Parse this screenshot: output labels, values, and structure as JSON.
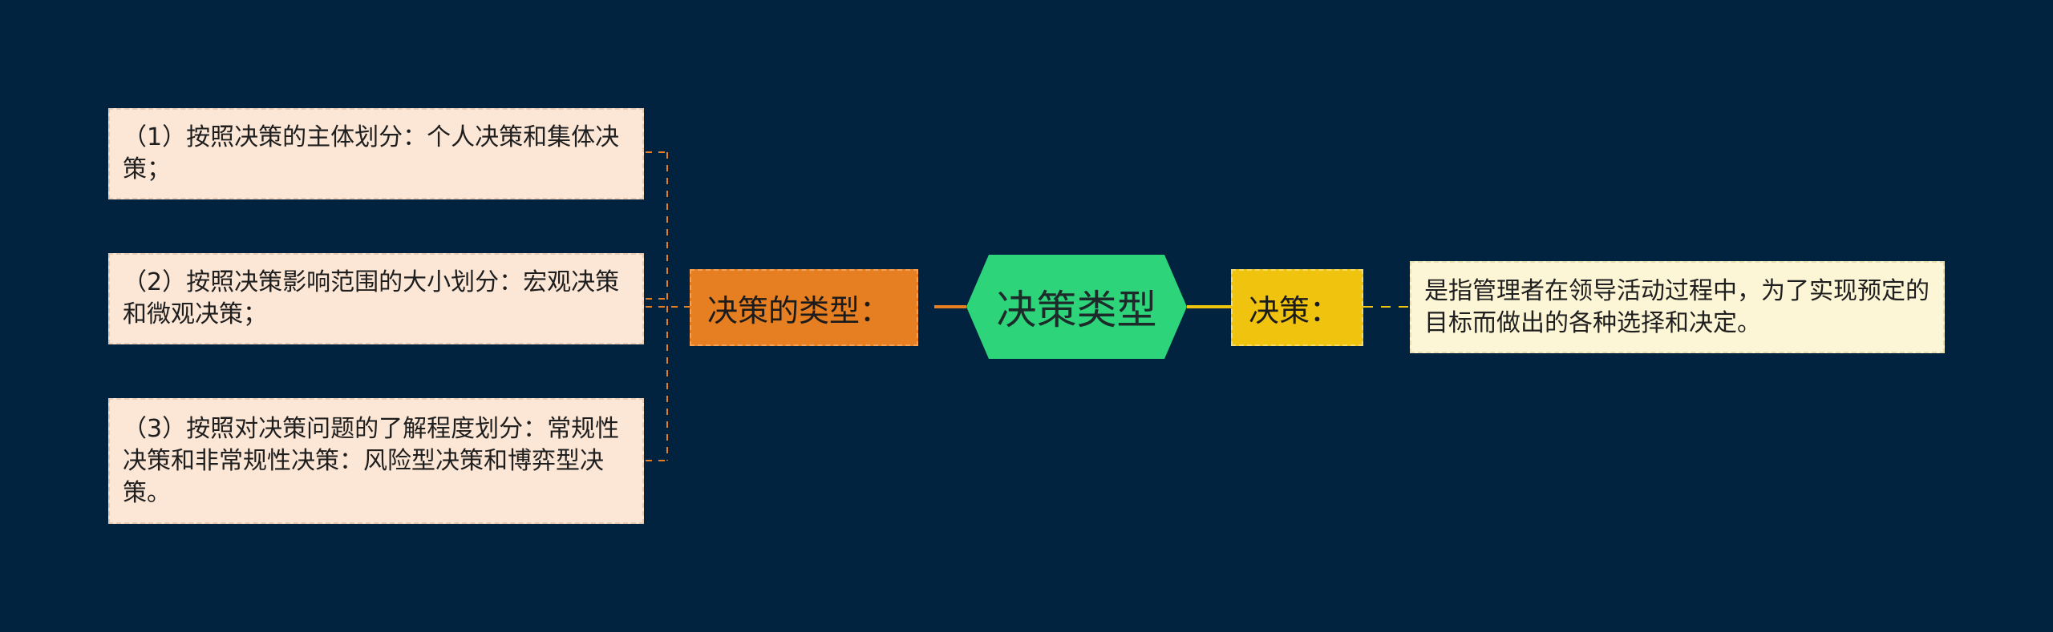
{
  "colors": {
    "background": "#012340",
    "center_fill": "#2ed47a",
    "types_fill": "#e67e22",
    "decision_fill": "#f0c30f",
    "leaf_fill": "#fce6d6",
    "definition_fill": "#fdf6d6",
    "orange_line": "#e67e22",
    "yellow_line": "#f0c30f"
  },
  "center": {
    "label": "决策类型"
  },
  "left_branch": {
    "label": "决策的类型：",
    "items": [
      {
        "text": "（1）按照决策的主体划分：个人决策和集体决策；"
      },
      {
        "text": "（2）按照决策影响范围的大小划分：宏观决策和微观决策；"
      },
      {
        "text": "（3）按照对决策问题的了解程度划分：常规性决策和非常规性决策：风险型决策和博弈型决策。"
      }
    ]
  },
  "right_branch": {
    "label": "决策：",
    "definition": "是指管理者在领导活动过程中，为了实现预定的目标而做出的各种选择和决定。"
  }
}
